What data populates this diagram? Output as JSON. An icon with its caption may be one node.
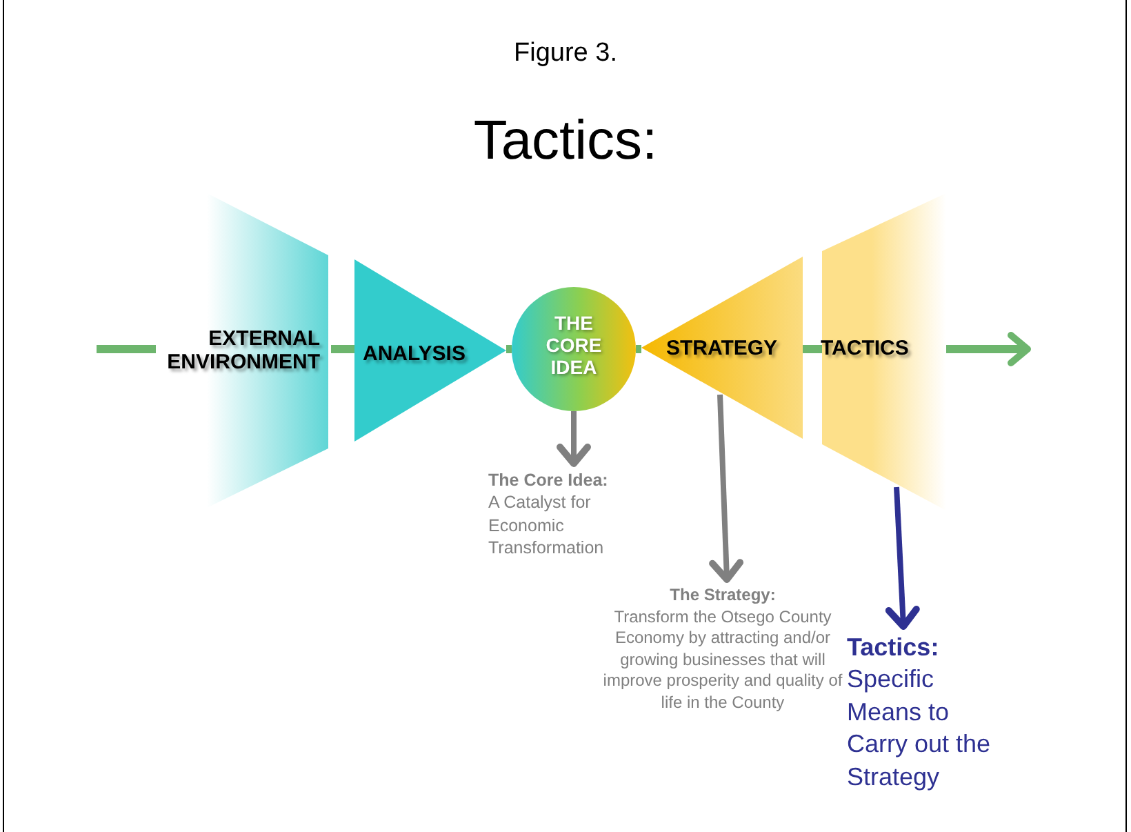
{
  "diagram": {
    "title": "Tactics:",
    "nodes": [
      {
        "text": [
          "EXTERNAL ENVIRONMENT"
        ]
      },
      {
        "text": [
          "ANALYSIS"
        ]
      },
      {
        "text": [
          "THE CORE IDEA"
        ]
      },
      {
        "text": [
          "STRATEGY"
        ]
      },
      {
        "text": [
          "TACTICS"
        ]
      },
      {
        "text": [
          "The Core Idea:",
          "A Catalyst for Economic Transformation"
        ]
      },
      {
        "text": [
          "The Strategy:",
          "Transform the Otsego County Economy by attracting and/or growing businesses that will improve prosperity and quality of life in the County"
        ]
      },
      {
        "text": [
          "Tactics:",
          "Specific Means to Carry out the Strategy"
        ]
      }
    ],
    "edges": [
      {
        "from": null,
        "to": 0,
        "arrow": "none"
      },
      {
        "from": 0,
        "to": 1,
        "arrow": "none"
      },
      {
        "from": 1,
        "to": 2,
        "arrow": "none"
      },
      {
        "from": 2,
        "to": 3,
        "arrow": "none"
      },
      {
        "from": 3,
        "to": 4,
        "arrow": "none"
      },
      {
        "from": 4,
        "to": null,
        "arrow": "to"
      },
      {
        "from": 2,
        "to": 5,
        "arrow": "to",
        "color": "#808080"
      },
      {
        "from": 3,
        "to": 6,
        "arrow": "to",
        "color": "#808080"
      },
      {
        "from": 4,
        "to": 7,
        "arrow": "to",
        "color": "#2e3192"
      }
    ],
    "labels": [
      "Figure 3."
    ]
  }
}
